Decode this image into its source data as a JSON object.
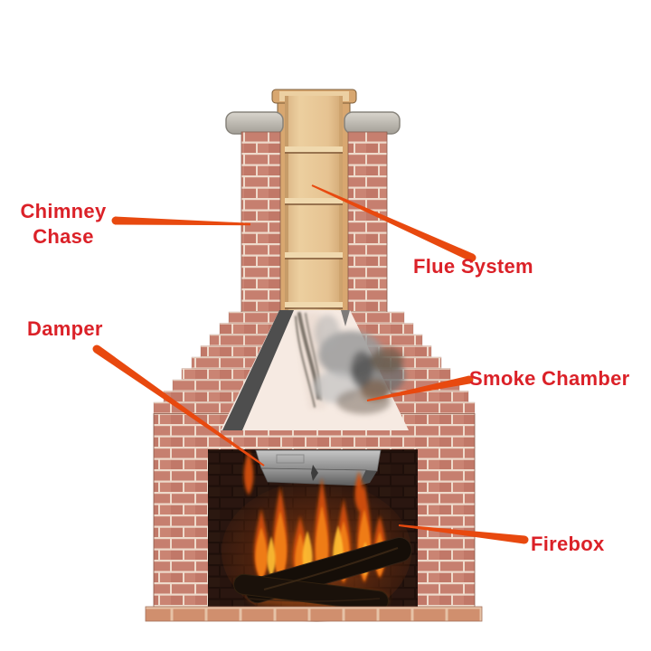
{
  "labels": {
    "chimney_chase": "Chimney Chase",
    "flue_system": "Flue System",
    "damper": "Damper",
    "smoke_chamber": "Smoke Chamber",
    "firebox": "Firebox"
  },
  "colors": {
    "label_text": "#db2128",
    "arrow": "#e8490f",
    "brick": "#c67f6f",
    "mortar": "#eedacb",
    "chimney_cap_gray": "#b5b1a9",
    "flue_liner_tan": "#e5c496",
    "smoke_chamber_cream": "#f6eae2",
    "smoke_gray": "#8a8a8a",
    "cutaway_wall_gray": "#4e4e4e",
    "firebox_dark": "#24120d",
    "damper_gray": "#9a9a9a",
    "flame_orange": "#ef7c14",
    "flame_core_yellow": "#fdbb33",
    "log_brown": "#150e08",
    "background": "#ffffff"
  }
}
